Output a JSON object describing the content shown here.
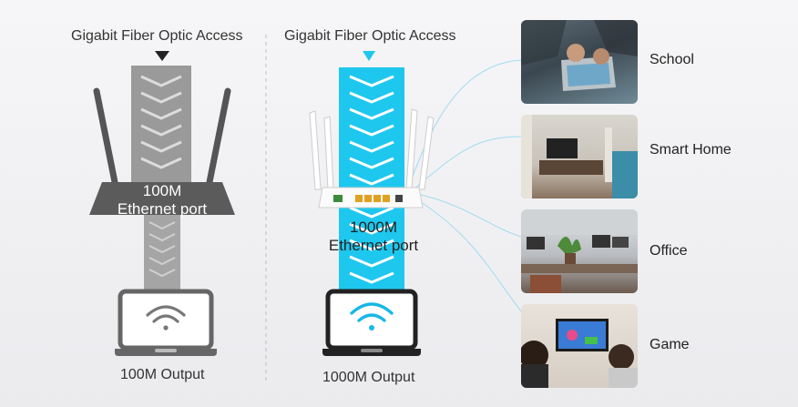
{
  "left_panel": {
    "heading": "Gigabit Fiber Optic Access",
    "port_line1": "100M",
    "port_line2": "Ethernet port",
    "output": "100M Output"
  },
  "right_panel": {
    "heading": "Gigabit Fiber Optic Access",
    "port_line1": "1000M",
    "port_line2": "Ethernet port",
    "output": "1000M Output"
  },
  "scenes": [
    {
      "label": "School"
    },
    {
      "label": "Smart Home"
    },
    {
      "label": "Office"
    },
    {
      "label": "Game"
    }
  ],
  "colors": {
    "gray_beam": "#9a9a9a",
    "cyan_beam": "#1ec7ee",
    "wifi_cyan": "#18b7e6",
    "router_dark": "#555555"
  }
}
